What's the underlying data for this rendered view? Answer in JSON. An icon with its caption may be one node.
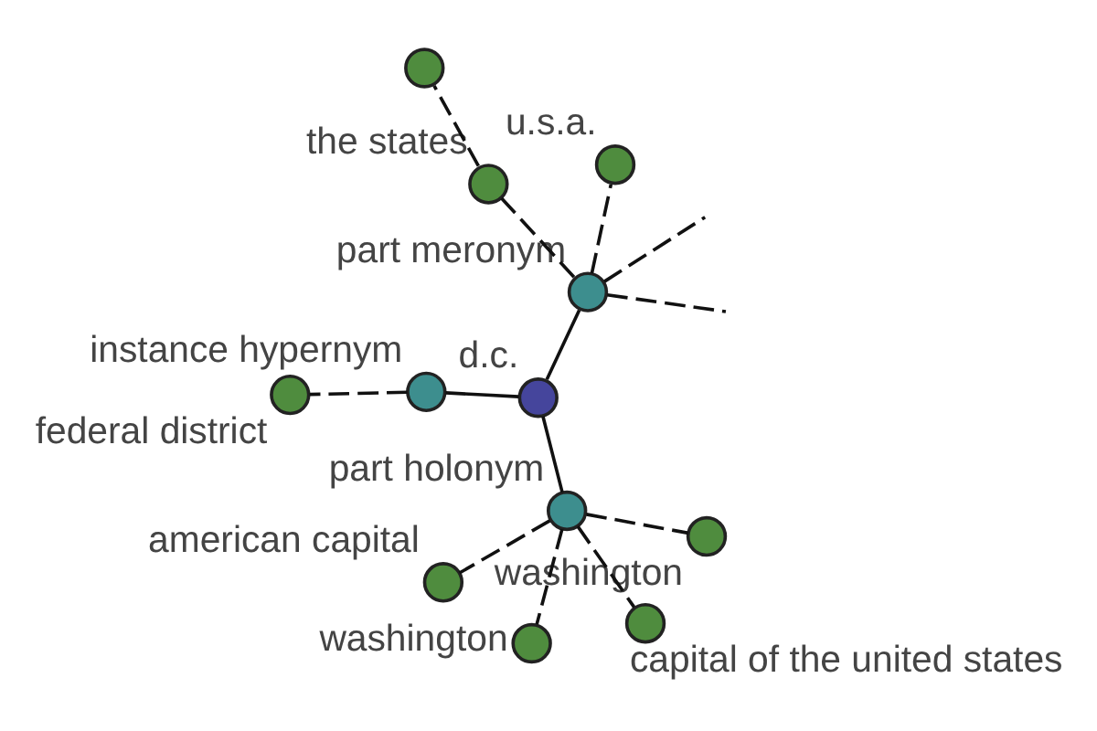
{
  "diagram": {
    "nodes": [
      {
        "text": [],
        "shape": "circle"
      },
      {
        "text": [
          "the states"
        ]
      },
      {
        "text": [
          "part meronym"
        ]
      },
      {
        "text": [
          "u.s.a."
        ]
      },
      {
        "text": [
          "washington"
        ]
      },
      {
        "text": [
          "american capital"
        ]
      },
      {
        "text": [
          "washington"
        ]
      },
      {
        "text": [
          "part holonym"
        ]
      },
      {
        "text": [
          "capital of the united states"
        ]
      },
      {
        "text": [
          "d.c."
        ]
      },
      {
        "text": [
          "instance hypernym"
        ]
      },
      {
        "text": [
          "federal district"
        ]
      }
    ],
    "edges": [
      {
        "from": 9,
        "to": 2,
        "arrow": "none"
      },
      {
        "from": 9,
        "to": 7,
        "arrow": "none"
      },
      {
        "from": 9,
        "to": 10,
        "arrow": "none"
      },
      {
        "from": 2,
        "to": 3,
        "arrow": "none",
        "style": "dashed"
      },
      {
        "from": 2,
        "to": 1,
        "arrow": "none",
        "style": "dashed"
      },
      {
        "from": 1,
        "to": 0,
        "arrow": "none",
        "style": "dashed"
      },
      {
        "from": 2,
        "to": null,
        "arrow": "none",
        "style": "dashed"
      },
      {
        "from": 2,
        "to": null,
        "arrow": "none",
        "style": "dashed"
      },
      {
        "from": 7,
        "to": 6,
        "arrow": "none",
        "style": "dashed"
      },
      {
        "from": 7,
        "to": 5,
        "arrow": "none",
        "style": "dashed"
      },
      {
        "from": 7,
        "to": 4,
        "arrow": "none",
        "style": "dashed"
      },
      {
        "from": 7,
        "to": 8,
        "arrow": "none",
        "style": "dashed"
      },
      {
        "from": 10,
        "to": 11,
        "arrow": "none",
        "style": "dashed"
      }
    ]
  }
}
